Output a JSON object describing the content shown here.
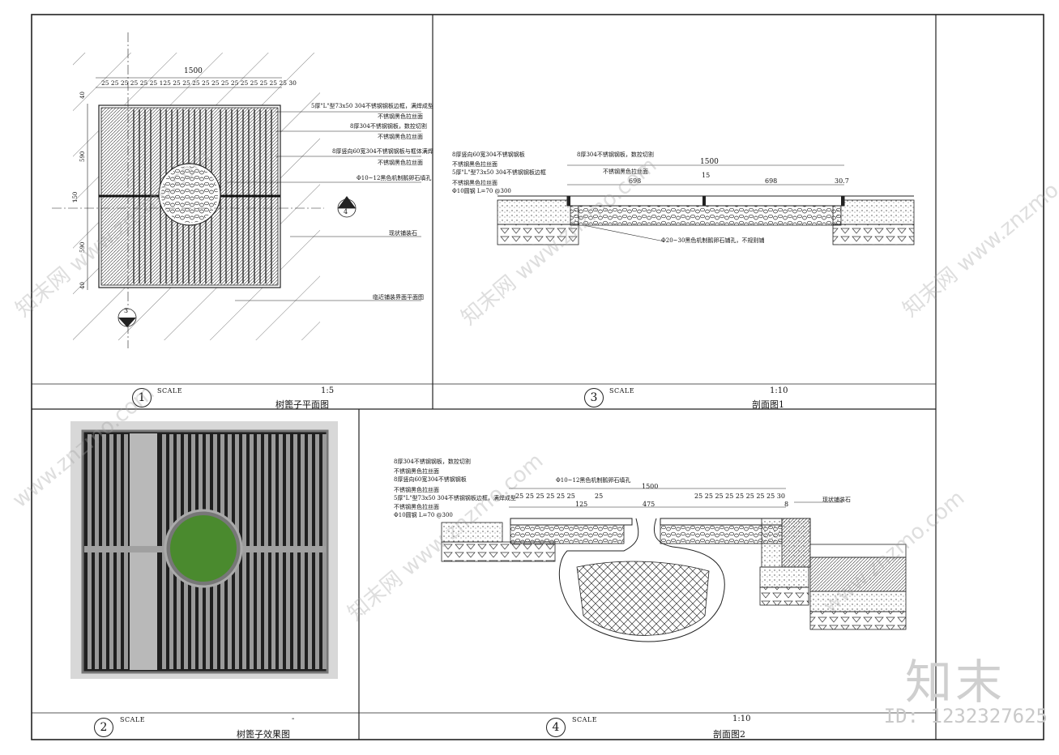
{
  "panels": [
    {
      "num": "1",
      "scale_label": "SCALE",
      "scale": "1:5",
      "title": "树篦子平面图"
    },
    {
      "num": "3",
      "scale_label": "SCALE",
      "scale": "1:10",
      "title": "剖面图1"
    },
    {
      "num": "2",
      "scale_label": "SCALE",
      "scale": "-",
      "title": "树篦子效果图"
    },
    {
      "num": "4",
      "scale_label": "SCALE",
      "scale": "1:10",
      "title": "剖面图2"
    }
  ],
  "plan": {
    "dim_total": "1500",
    "dim_ticks": "25 25 25 25 25 25 125 25 25 25 25 25 25 25 25 25 25 25 25 30",
    "side_dims": [
      "40",
      "590",
      "150",
      "590",
      "40"
    ],
    "section_mark_a": "4",
    "section_mark_b": "3",
    "notes": [
      "5厚\"L\"型73x50 304不锈钢钢板边框，满焊成型",
      "不锈钢黑色拉丝面",
      "8厚304不锈钢钢板，数控切割",
      "不锈钢黑色拉丝面",
      "8厚竖向60宽304不锈钢钢板与框体满焊",
      "不锈钢黑色拉丝面",
      "Φ10~12黑色机制鹅卵石填孔",
      "现状铺装石",
      "临近铺装界面平面图"
    ]
  },
  "section1": {
    "dim_total": "1500",
    "dims": [
      "698",
      "15",
      "698",
      "30.7"
    ],
    "notes": [
      "8厚竖向60宽304不锈钢钢板",
      "不锈钢黑色拉丝面",
      "5厚\"L\"型73x50 304不锈钢钢板边框",
      "不锈钢黑色拉丝面",
      "Φ10圆钢 L=70 @300",
      "8厚304不锈钢钢板，数控切割",
      "不锈钢黑色拉丝面",
      "Φ20~30黑色机制鹅卵石铺孔，不规则铺"
    ]
  },
  "section2": {
    "dim_total": "1500",
    "dims_left": "25 25 25 25 25 25",
    "dims_mid": [
      "125",
      "25",
      "475"
    ],
    "dims_right": "25 25 25 25 25 25 25 25 30",
    "notes": [
      "8厚304不锈钢钢板，数控切割",
      "不锈钢黑色拉丝面",
      "8厚竖向60宽304不锈钢钢板",
      "不锈钢黑色拉丝面",
      "5厚\"L\"型73x50 304不锈钢钢板边框，满焊成型",
      "不锈钢黑色拉丝面",
      "Φ10圆钢 L=70 @300",
      "Φ10~12黑色机制鹅卵石填孔",
      "现状铺装石",
      "8"
    ]
  },
  "watermarks": [
    "知末网 www.znzmo.com",
    "www.znzmo.com"
  ],
  "brand": "知末",
  "id_text": "ID: 1232327625",
  "colors": {
    "line": "#222222",
    "render_bg": "#d8d8d8",
    "render_bar": "#9a9a9a",
    "grass": "#4a8a2e",
    "stone": "#3a3a3a"
  }
}
